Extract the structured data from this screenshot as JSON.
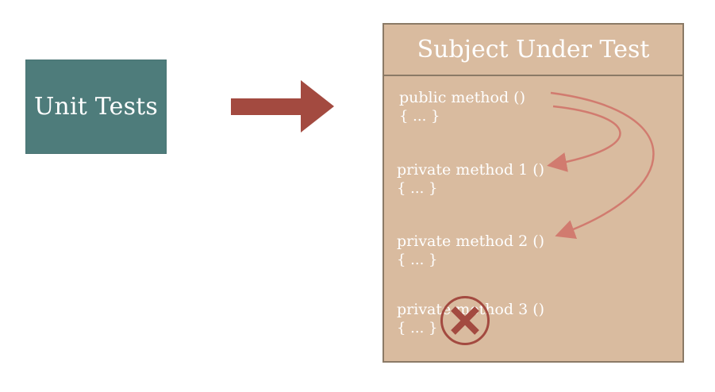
{
  "unit_tests": {
    "label": "Unit Tests"
  },
  "subject": {
    "title": "Subject Under Test",
    "methods": [
      {
        "name": "public method ()",
        "body": "{ ... }"
      },
      {
        "name": "private method 1 ()",
        "body": "{ ... }"
      },
      {
        "name": "private method 2 ()",
        "body": "{ ... }"
      },
      {
        "name": "private method 3 ()",
        "body": "{ ... }"
      }
    ]
  },
  "colors": {
    "unit_tests_fill": "#4e7c7b",
    "arrow": "#a34a40",
    "subject_fill": "#d9bb9f",
    "subject_border": "#8b7a66",
    "call_arrow": "#d17b6f",
    "x_mark": "#a34a40"
  },
  "icons": {
    "main_arrow": "right-arrow-icon",
    "blocked": "x-circle-icon"
  }
}
